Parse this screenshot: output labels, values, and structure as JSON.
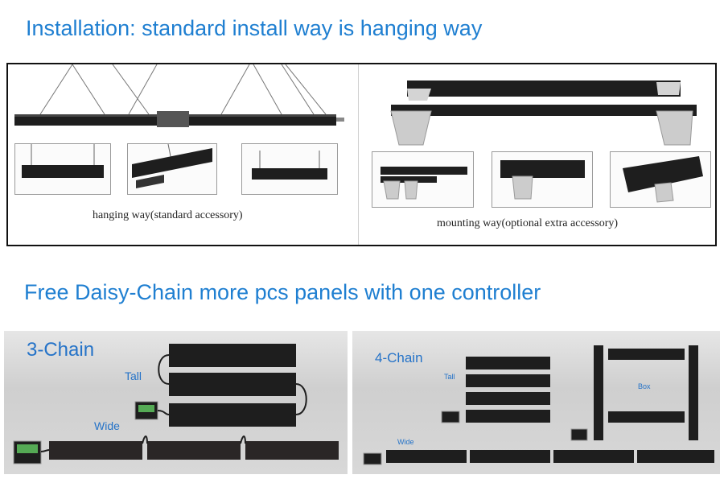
{
  "headings": {
    "installation": "Installation: standard install way is hanging way",
    "daisy_chain": "Free Daisy-Chain more pcs panels with one controller"
  },
  "installation": {
    "hanging_caption": "hanging way(standard accessory)",
    "mounting_caption": "mounting way(optional extra accessory)"
  },
  "chains": {
    "three": {
      "title": "3-Chain",
      "tall": "Tall",
      "wide": "Wide"
    },
    "four": {
      "title": "4-Chain",
      "tall": "Tall",
      "wide": "Wide",
      "box": "Box"
    }
  },
  "colors": {
    "heading": "#1f7fd1",
    "label": "#2573c8",
    "panel": "#1e1e1e"
  }
}
